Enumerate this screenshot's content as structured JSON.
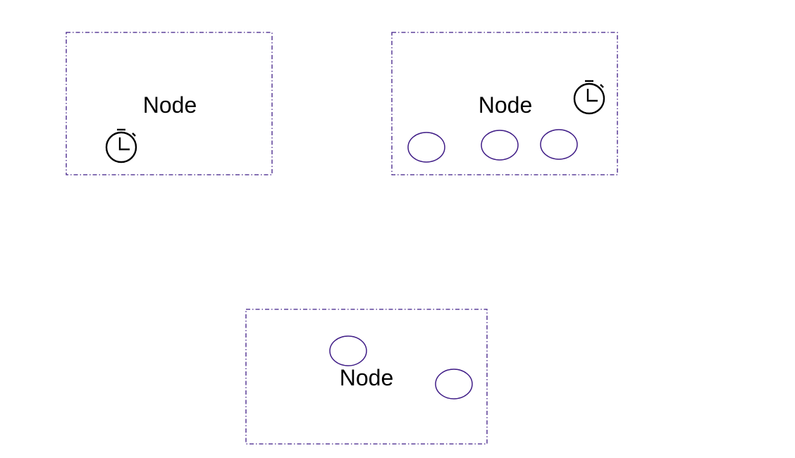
{
  "diagram": {
    "border_color": "#3f1c86",
    "port_color": "#3f1c86",
    "icon_color": "#000000",
    "nodes": [
      {
        "label": "Node",
        "icons": [
          "timer-icon"
        ],
        "ports": 0
      },
      {
        "label": "Node",
        "icons": [
          "timer-icon"
        ],
        "ports": 3
      },
      {
        "label": "Node",
        "icons": [],
        "ports": 2
      }
    ]
  }
}
